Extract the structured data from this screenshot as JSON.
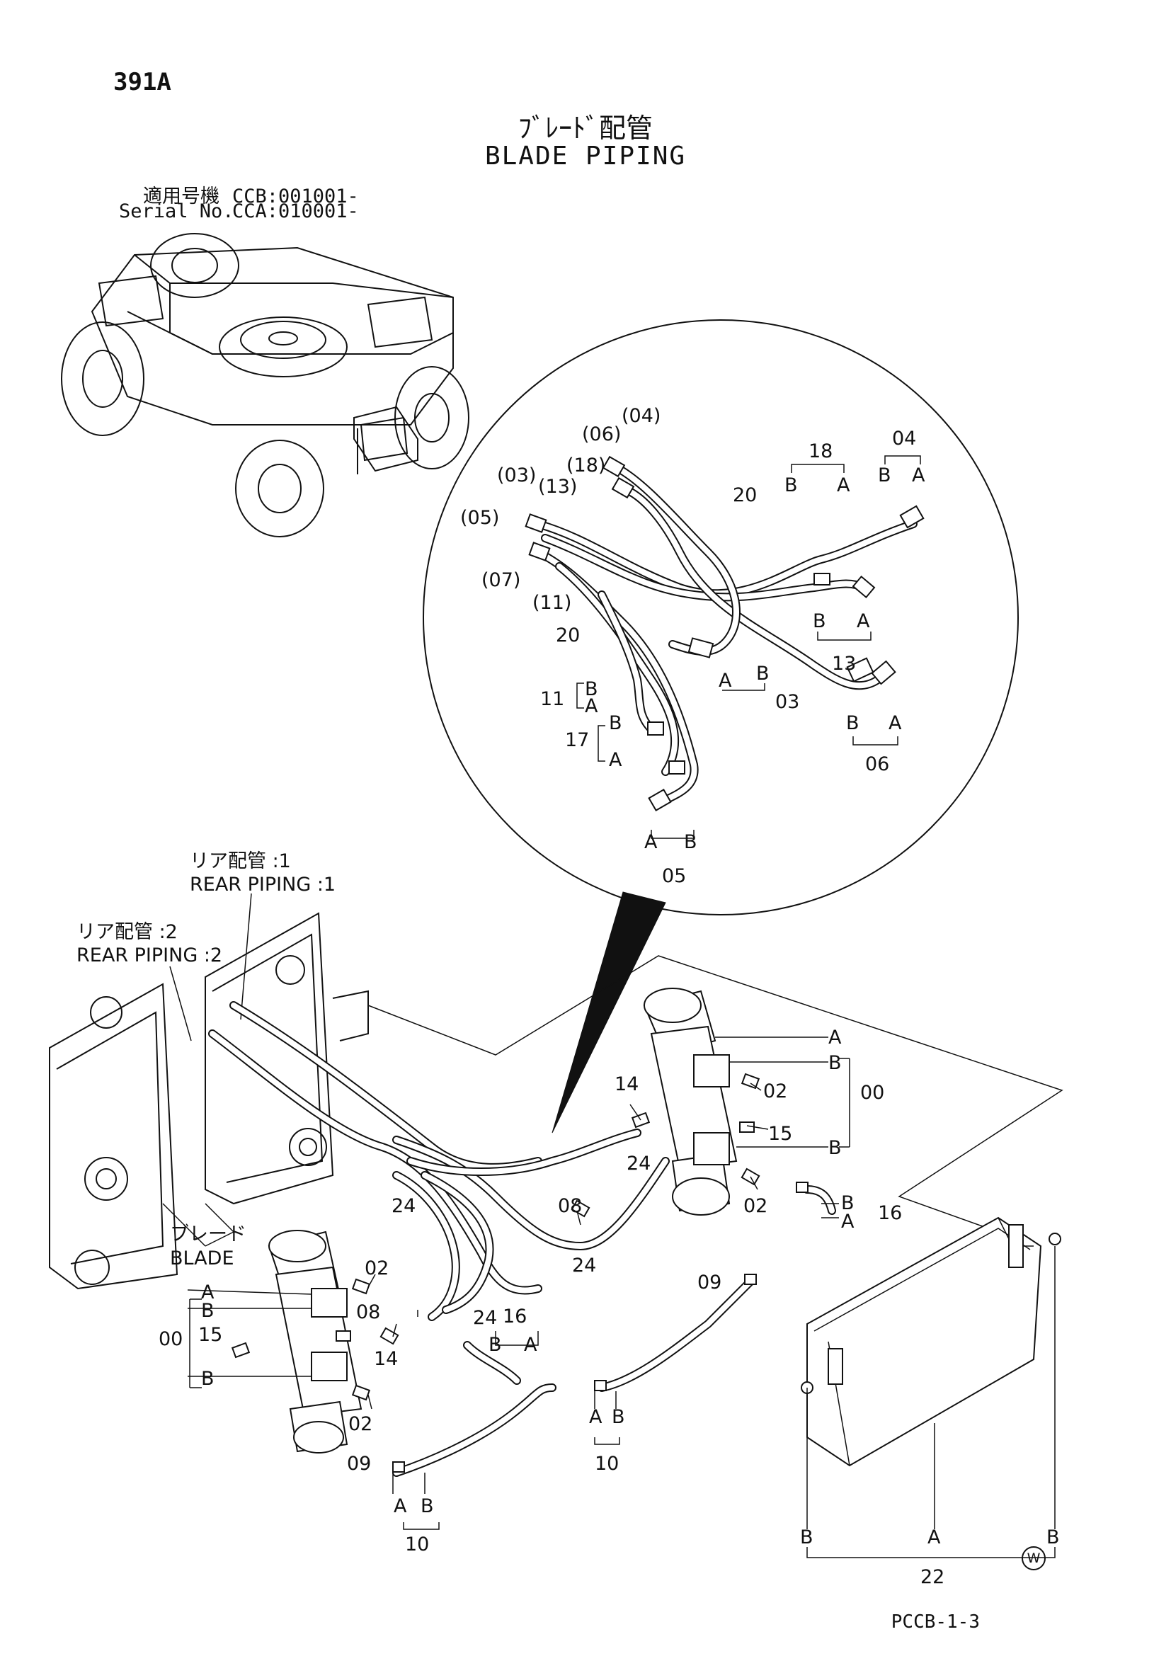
{
  "header": {
    "page_number": "391A",
    "title_jp": "ﾌﾞﾚｰﾄﾞ配管",
    "title_en": "BLADE PIPING",
    "serial_rows": [
      {
        "label": "適用号機",
        "value": "CCB:001001-"
      },
      {
        "label": "Serial No.",
        "value": "CCA:010001-"
      }
    ]
  },
  "callouts": {
    "rear1_jp": "リア配管 :1",
    "rear1_en": "REAR PIPING :1",
    "rear2_jp": "リア配管 :2",
    "rear2_en": "REAR PIPING :2",
    "blade_jp": "ブレード",
    "blade_en": "BLADE"
  },
  "detail_labels": {
    "p04_paren": "(04)",
    "p06_paren": "(06)",
    "p18_paren": "(18)",
    "p03_paren": "(03)",
    "p13_paren": "(13)",
    "p05_paren": "(05)",
    "p07_paren": "(07)",
    "p11_paren": "(11)",
    "p18": "18",
    "p04": "04",
    "p20a": "20",
    "p20b": "20",
    "p13": "13",
    "p03": "03",
    "p06": "06",
    "p05": "05",
    "p11": "11",
    "p17": "17",
    "A": "A",
    "B": "B"
  },
  "main_labels": {
    "p00": "00",
    "p02": "02",
    "p08": "08",
    "p09": "09",
    "p10": "10",
    "p14": "14",
    "p15": "15",
    "p16": "16",
    "p22": "22",
    "p24": "24",
    "A": "A",
    "B": "B"
  },
  "footer": {
    "page_code": "PCCB-1-3",
    "mark": "W"
  }
}
